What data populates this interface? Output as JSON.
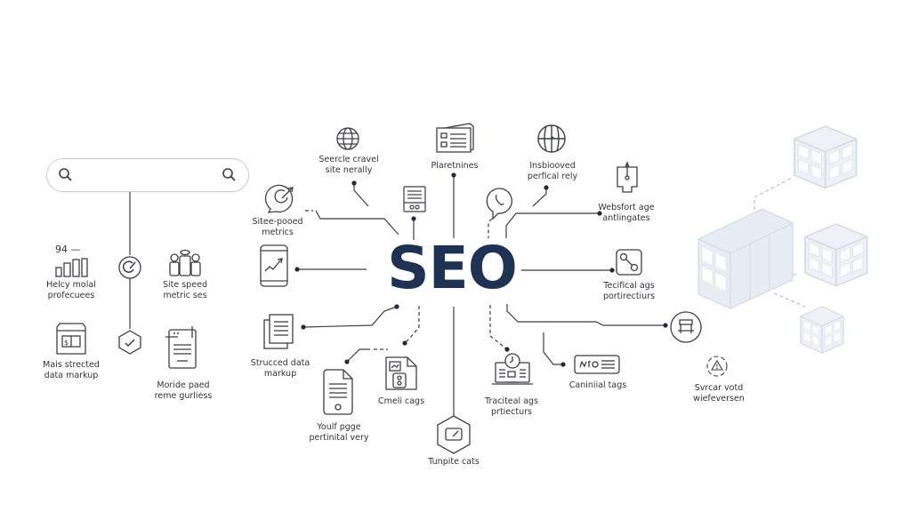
{
  "diagram": {
    "title": "SEO",
    "colors": {
      "title": "#1e3252",
      "line": "#3a3f47",
      "dot": "#1f2a3a",
      "cubes": "#dfe5f0",
      "search_border": "#c9ccd1"
    },
    "search_bar": {
      "left_icon": "search-icon",
      "right_icon": "search-icon",
      "placeholder": ""
    },
    "left_panel": {
      "score_value": "94 —",
      "items": [
        {
          "icon": "bar-chart-icon",
          "label_line1": "Helcy molal",
          "label_line2": "profecuees"
        },
        {
          "icon": "people-group-icon",
          "label_line1": "Site speed",
          "label_line2": "metric ses"
        },
        {
          "icon": "calendar-document-icon",
          "label_line1": "Mais strected",
          "label_line2": "data markup"
        },
        {
          "icon": "clipboard-document-icon",
          "label_line1": "Moride paed",
          "label_line2": "reme gurliess"
        }
      ],
      "connector_nodes": [
        "check-circle-icon",
        "check-hexagon-icon"
      ]
    },
    "nodes": [
      {
        "id": "search-crawl",
        "icon": "globe-icon",
        "label_line1": "Seercle cravel",
        "label_line2": "site nerally"
      },
      {
        "id": "site-speed",
        "icon": "speedometer-icon",
        "label_line1": "Sitee-pooed",
        "label_line2": "metrics"
      },
      {
        "id": "mobile-chart",
        "icon": "mobile-trend-icon",
        "label_line1": "",
        "label_line2": ""
      },
      {
        "id": "structured-data",
        "icon": "documents-stack-icon",
        "label_line1": "Strucced data",
        "label_line2": "markup"
      },
      {
        "id": "content-card",
        "icon": "article-card-icon",
        "label_line1": "",
        "label_line2": ""
      },
      {
        "id": "placements",
        "icon": "browser-list-icon",
        "label_line1": "Plaretnines",
        "label_line2": ""
      },
      {
        "id": "insights",
        "icon": "globe-grid-icon",
        "label_line1": "Insbiooved",
        "label_line2": "perfical rely"
      },
      {
        "id": "phone",
        "icon": "phone-bubble-icon",
        "label_line1": "",
        "label_line2": ""
      },
      {
        "id": "website-age",
        "icon": "pen-tool-icon",
        "label_line1": "Websfort age",
        "label_line2": "antlingates"
      },
      {
        "id": "technical-tags",
        "icon": "link-nodes-icon",
        "label_line1": "Tecifical ags",
        "label_line2": "portirectiurs"
      },
      {
        "id": "cart",
        "icon": "cart-icon",
        "label_line1": "",
        "label_line2": ""
      },
      {
        "id": "search-word",
        "icon": "warning-cycle-icon",
        "label_line1": "Svrcar votd",
        "label_line2": "wiefeversen"
      },
      {
        "id": "canonical-tags",
        "icon": "tag-card-icon",
        "label_line1": "Caniniial tags",
        "label_line2": ""
      },
      {
        "id": "technical-ags",
        "icon": "laptop-clock-icon",
        "label_line1": "Traciteal ags",
        "label_line2": "prtiecturs"
      },
      {
        "id": "tunpite",
        "icon": "hexagon-screen-icon",
        "label_line1": "Tunpite cats",
        "label_line2": ""
      },
      {
        "id": "cmeli",
        "icon": "file-media-icon",
        "label_line1": "Cmeli cags",
        "label_line2": ""
      },
      {
        "id": "yoult-page",
        "icon": "mobile-document-icon",
        "label_line1": "Youlf pgge",
        "label_line2": "pertinital very"
      }
    ],
    "cube_group": {
      "count": 4,
      "icon": "isometric-cubes-icon"
    }
  }
}
